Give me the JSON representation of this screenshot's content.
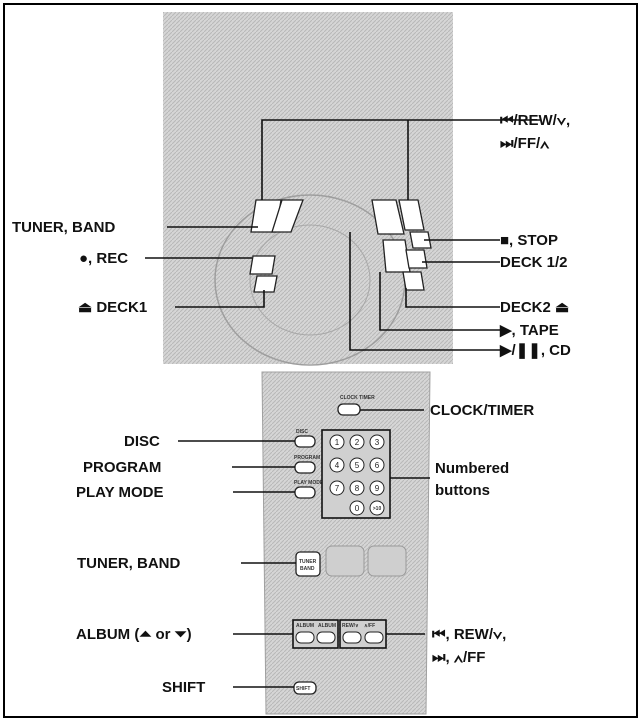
{
  "labels": {
    "rew_ff_line1": "⏮/REW/∨,",
    "rew_ff_line2": "⏭/FF/∧",
    "tuner_band_top": "TUNER, BAND",
    "rec": "●, REC",
    "deck1": "⏏ DECK1",
    "stop": "■, STOP",
    "deck12": "DECK 1/2",
    "deck2": "DECK2 ⏏",
    "tape": "▶, TAPE",
    "play_cd": "▶/❚❚, CD",
    "clock_timer": "CLOCK/TIMER",
    "disc": "DISC",
    "program": "PROGRAM",
    "play_mode": "PLAY MODE",
    "numbered_line1": "Numbered",
    "numbered_line2": "buttons",
    "tuner_band_remote": "TUNER, BAND",
    "album": "ALBUM (⏶ or ⏷)",
    "skip_line1": "⏮, REW/∨,",
    "skip_line2": "⏭, ∧/FF",
    "shift": "SHIFT"
  },
  "remote_text": {
    "clock_timer": "CLOCK TIMER",
    "disc": "DISC",
    "program": "PROGRAM",
    "play_mode": "PLAY MODE",
    "tuner": "TUNER",
    "band": "BAND",
    "album_down": "ALBUM",
    "album_up": "ALBUM",
    "rew": "REW/∨",
    "ff": "∧/FF",
    "shift": "SHIFT"
  },
  "keypad": [
    "1",
    "2",
    "3",
    "4",
    "5",
    "6",
    "7",
    "8",
    "9",
    "0",
    ">10"
  ],
  "colors": {
    "ink": "#111111",
    "panel": "#d4d4d4",
    "hatch": "#bcbcbc",
    "button": "#ffffff"
  }
}
